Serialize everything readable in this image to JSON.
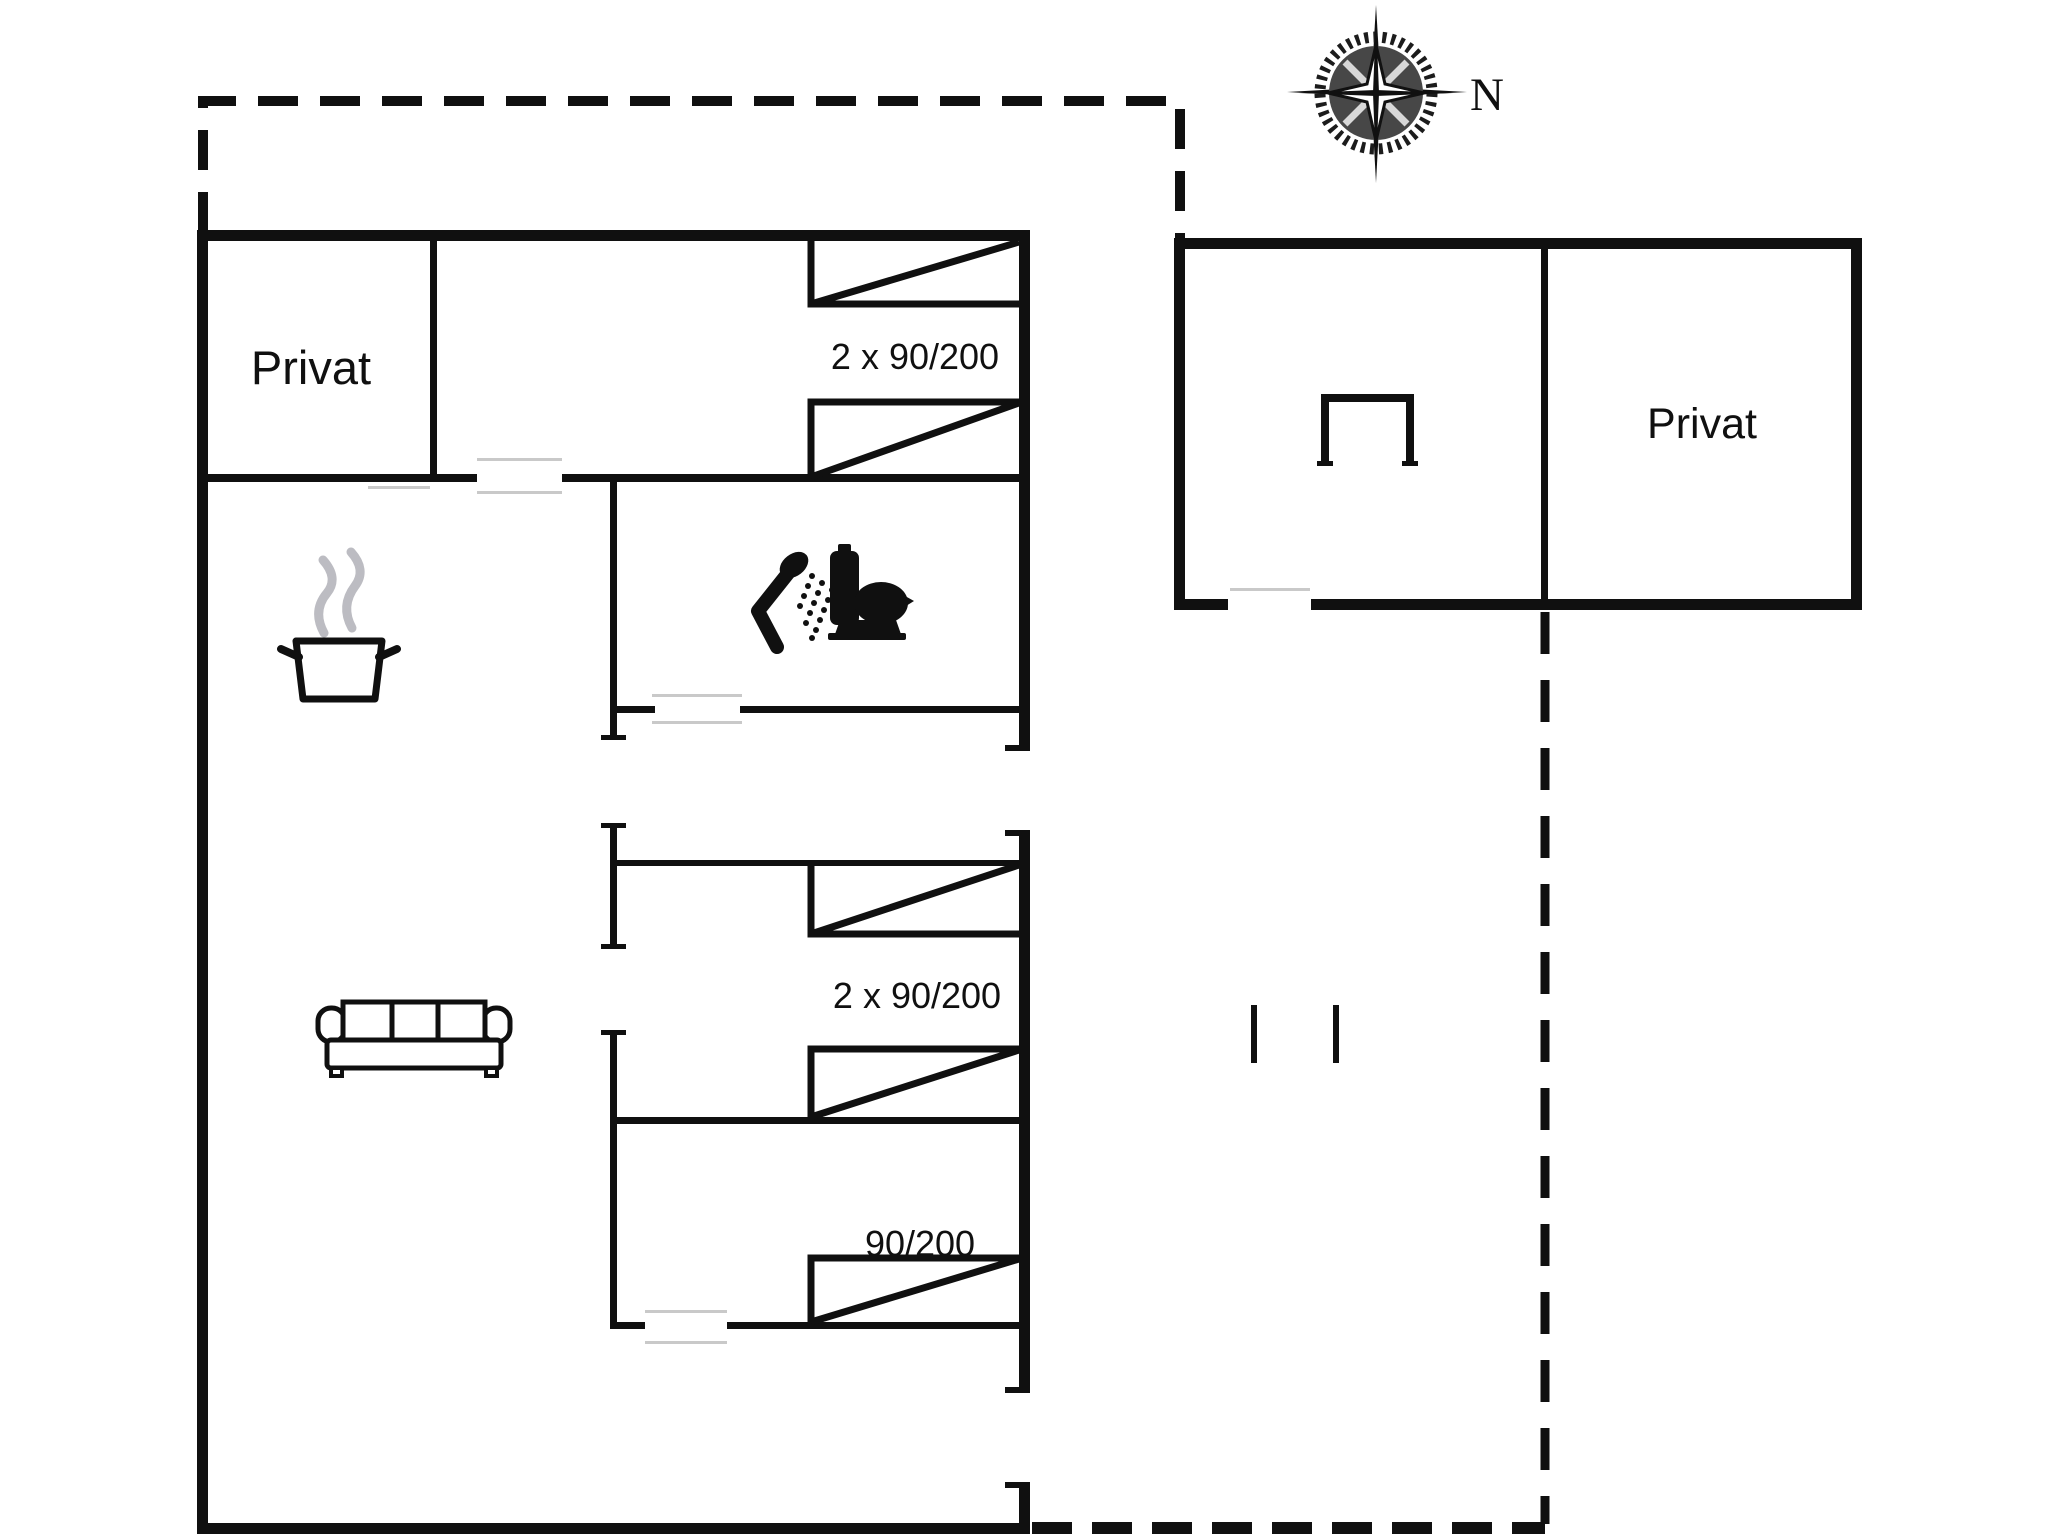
{
  "colors": {
    "wall": "#101010",
    "door_marker": "#c9c9c9",
    "steam": "#bcbcc2",
    "background": "#ffffff"
  },
  "compass": {
    "north_label": "N"
  },
  "labels": {
    "main_private_room": "Privat",
    "garage_private_room": "Privat",
    "bedroom_top_beds": "2 x 90/200",
    "bedroom_middle_beds": "2 x 90/200",
    "bedroom_bottom_bed": "90/200"
  }
}
